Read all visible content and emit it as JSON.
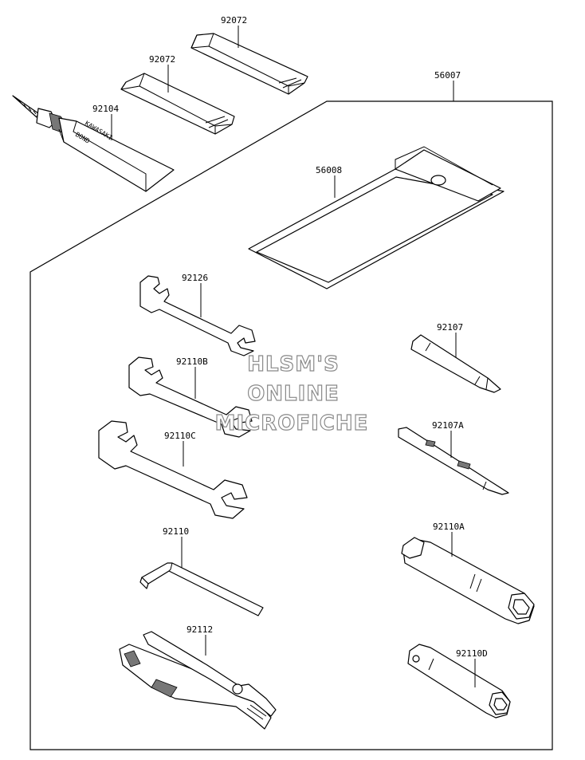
{
  "parts": {
    "p92072_top": "92072",
    "p92072_mid": "92072",
    "p92104": "92104",
    "p56007": "56007",
    "p56008": "56008",
    "p92126": "92126",
    "p92110B": "92110B",
    "p92110C": "92110C",
    "p92110": "92110",
    "p92112": "92112",
    "p92107": "92107",
    "p92107A": "92107A",
    "p92110A": "92110A",
    "p92110D": "92110D"
  },
  "tube_text": {
    "brand": "KAWASAKI",
    "product": "BOND"
  },
  "watermark": {
    "line1": "HLSM'S",
    "line2": "ONLINE",
    "line3": "MICROFICHE"
  },
  "icons": {
    "tool-bag": "pouch",
    "wrench": "open-end-wrench",
    "screwdriver": "double-ended-bit",
    "socket": "box-spanner",
    "hex-key": "allen-key",
    "pliers": "slip-joint-pliers",
    "tube": "glue-tube",
    "strap": "rubber-band"
  }
}
